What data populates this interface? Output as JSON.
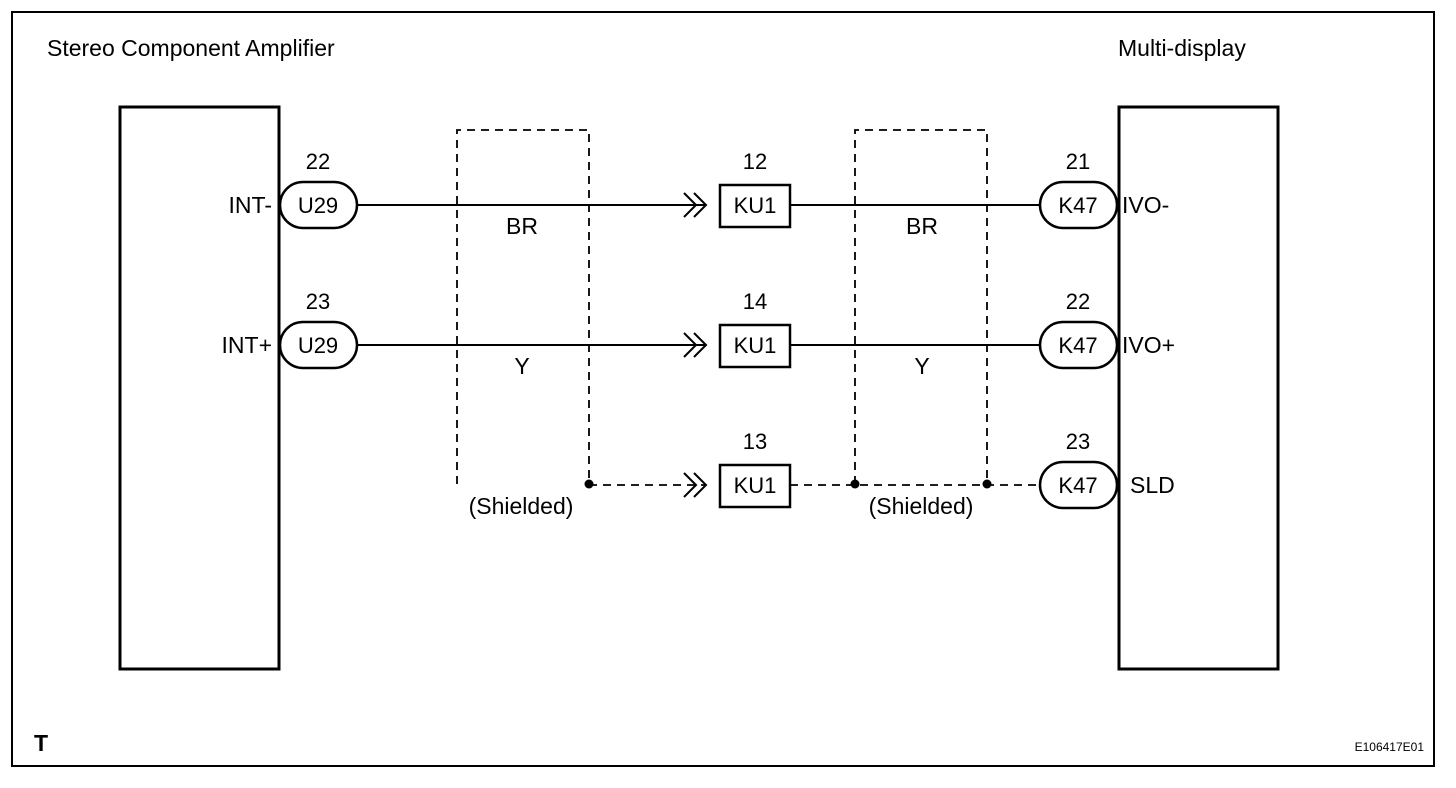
{
  "components": {
    "left": {
      "title": "Stereo Component Amplifier"
    },
    "right": {
      "title": "Multi-display"
    }
  },
  "circuits": [
    {
      "left_signal": "INT-",
      "left_pin": "22",
      "left_connector": "U29",
      "junction_pin": "12",
      "junction_connector": "KU1",
      "right_pin": "21",
      "right_connector": "K47",
      "right_signal": "IVO-",
      "wire_color_left": "BR",
      "wire_color_right": "BR",
      "shield": false
    },
    {
      "left_signal": "INT+",
      "left_pin": "23",
      "left_connector": "U29",
      "junction_pin": "14",
      "junction_connector": "KU1",
      "right_pin": "22",
      "right_connector": "K47",
      "right_signal": "IVO+",
      "wire_color_left": "Y",
      "wire_color_right": "Y",
      "shield": false
    },
    {
      "junction_pin": "13",
      "junction_connector": "KU1",
      "right_pin": "23",
      "right_connector": "K47",
      "right_signal": "SLD",
      "shield": true
    }
  ],
  "shield_labels": {
    "left": "(Shielded)",
    "right": "(Shielded)"
  },
  "footer": {
    "corner_mark": "T",
    "figure_id": "E106417E01"
  }
}
